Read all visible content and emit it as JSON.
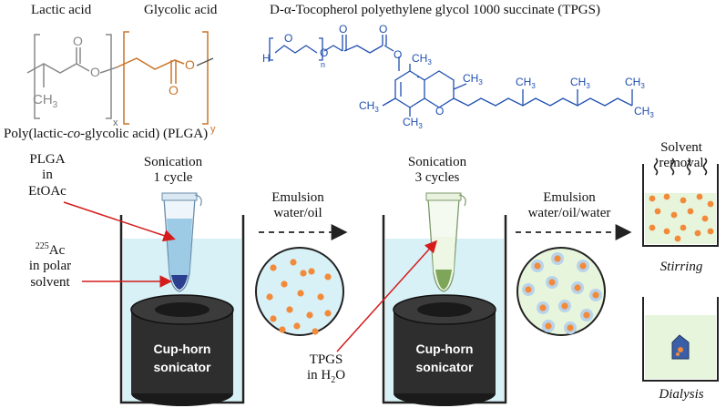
{
  "top": {
    "lactic_label": "Lactic acid",
    "glycolic_label": "Glycolic acid",
    "tpgs_title": "D-α-Tocopherol polyethylene glycol 1000 succinate (TPGS)",
    "plga_name_pre": "Poly(lactic-",
    "plga_name_co": "co",
    "plga_name_post": "-glycolic acid) (PLGA)"
  },
  "plga_structure": {
    "o1": "O",
    "o2": "O",
    "o3": "O",
    "o4": "O",
    "ch3": "CH",
    "ch3_sub": "3",
    "x": "x",
    "y": "y"
  },
  "tpgs_structure": {
    "h": "H",
    "n": "n",
    "o": [
      "O",
      "O",
      "O",
      "O",
      "O",
      "O"
    ],
    "methyls": [
      "CH",
      "CH",
      "CH",
      "CH",
      "CH",
      "CH",
      "CH",
      "CH"
    ],
    "sub": "3"
  },
  "step1": {
    "plga_line1": "PLGA",
    "plga_line2": "in",
    "plga_line3": "EtOAc",
    "ac_sup": "225",
    "ac_main": "Ac",
    "ac_line2": "in polar",
    "ac_line3": "solvent",
    "sonication": "Sonication",
    "cycles": "1 cycle",
    "device_line1": "Cup-horn",
    "device_line2": "sonicator"
  },
  "arrow1": {
    "line1": "Emulsion",
    "line2": "water/oil"
  },
  "step2": {
    "sonication": "Sonication",
    "cycles": "3 cycles",
    "tpgs_line1": "TPGS",
    "tpgs_line2_pre": "in H",
    "tpgs_line2_sub": "2",
    "tpgs_line2_post": "O",
    "device_line1": "Cup-horn",
    "device_line2": "sonicator"
  },
  "arrow2": {
    "line1": "Emulsion",
    "line2": "water/oil/water"
  },
  "step3": {
    "removal_line1": "Solvent",
    "removal_line2": "removal",
    "stirring": "Stirring",
    "dialysis": "Dialysis"
  },
  "colors": {
    "orange": "#f28a3a",
    "light_blue": "#cfeef4",
    "light_green": "#e6f5dc",
    "plga_bracket": "#c8742a",
    "tpgs_blue": "#1f4fb0",
    "red_arrow": "#d41c1c",
    "sonicator": "#2e2e2e"
  }
}
